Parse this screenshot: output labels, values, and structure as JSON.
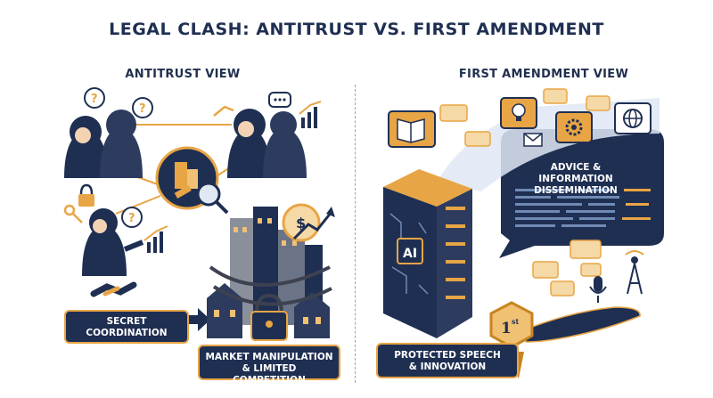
{
  "title": "LEGAL CLASH: ANTITRUST VS. FIRST AMENDMENT",
  "left": {
    "subtitle": "ANTITRUST VIEW",
    "label_secret": [
      "SECRET",
      "COORDINATION"
    ],
    "label_market": [
      "MARKET MANIPULATION",
      "& LIMITED COMPETITION"
    ],
    "dollar_symbol": "$",
    "question_marks": [
      "?",
      "?",
      "?"
    ],
    "icons": [
      "hooded-figure-icon",
      "whisper-figure-icon",
      "building-icon",
      "gavel-icon",
      "magnifier-icon",
      "lock-icon",
      "key-icon",
      "handshake-icon",
      "chain-icon",
      "padlock-icon",
      "bar-chart-icon",
      "dollar-coin-icon",
      "arrow-right-icon"
    ]
  },
  "right": {
    "subtitle": "FIRST AMENDMENT VIEW",
    "bubble_title": [
      "ADVICE & INFORMATION",
      "DISSEMINATION"
    ],
    "server_label": "AI",
    "badge_text": "1",
    "badge_sup": "st",
    "label_protected": [
      "PROTECTED SPEECH",
      "& INNOVATION"
    ],
    "icons": [
      "book-icon",
      "lightbulb-icon",
      "gear-icon",
      "globe-icon",
      "server-icon",
      "chat-bubble-icon",
      "microphone-icon",
      "radio-tower-icon",
      "hand-icon",
      "medal-icon",
      "envelope-icon"
    ]
  },
  "colors": {
    "navy": "#1f2f52",
    "orange": "#e8a545",
    "light_blue": "#dfe8f4",
    "gray": "#6b7486"
  }
}
